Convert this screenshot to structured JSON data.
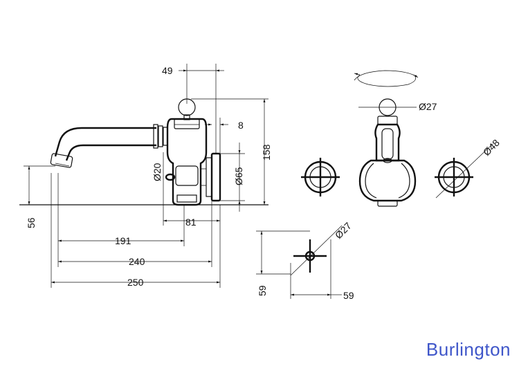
{
  "brand": {
    "name": "Burlington"
  },
  "dimensions": {
    "top_offset": "49",
    "small_gap": "8",
    "total_height": "158",
    "collar_diameter": "Ø20",
    "flange_diameter": "Ø65",
    "spout_height": "56",
    "flange_depth": "81",
    "spout_reach_inner": "191",
    "spout_reach_mid": "240",
    "spout_reach_total": "250",
    "knob_diameter": "Ø27",
    "handle_diameter": "Ø48",
    "cross_diameter": "Ø27",
    "cross_height": "59",
    "cross_width": "59"
  }
}
